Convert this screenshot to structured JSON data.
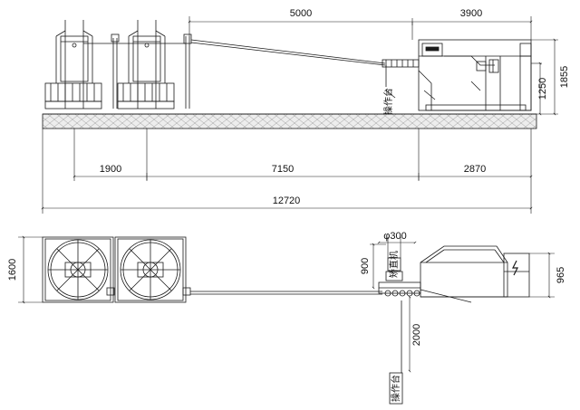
{
  "dimensions": {
    "top_5000": "5000",
    "top_3900": "3900",
    "side_1250": "1250",
    "side_1855": "1855",
    "mid_1900": "1900",
    "mid_7150": "7150",
    "mid_2870": "2870",
    "total_12720": "12720",
    "plan_1600": "1600",
    "plan_phi300": "φ300",
    "plan_900": "900",
    "plan_965": "965",
    "plan_2000": "2000"
  },
  "labels": {
    "operator_station_elevation": "操作台",
    "operator_station_plan": "操作台",
    "straightener": "矫直机"
  },
  "icons": {
    "control_cabinet": "lightning-icon"
  },
  "colors": {
    "line": "#1a1a1a",
    "ground_fill": "#ededed"
  }
}
